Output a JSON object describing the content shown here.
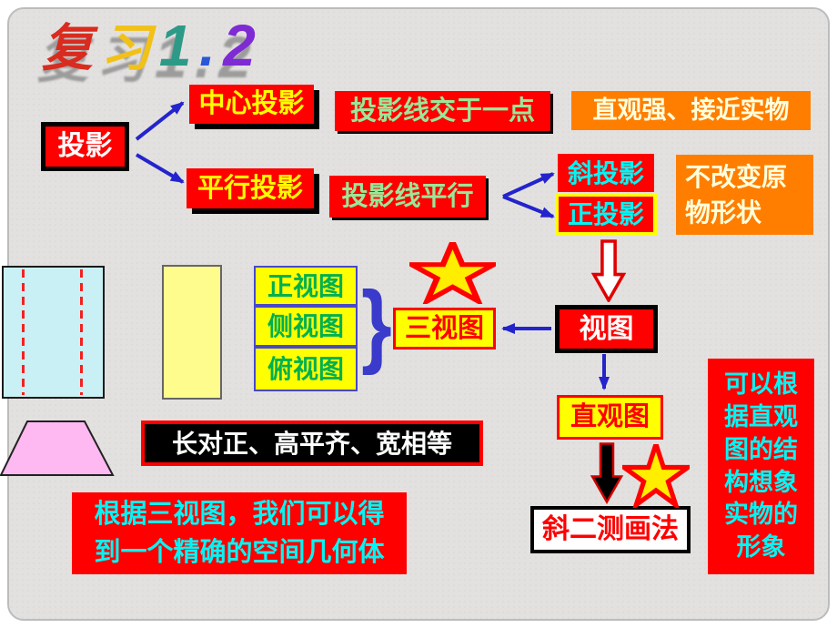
{
  "title": {
    "chars": [
      "复",
      "习",
      "1",
      ".",
      "2"
    ]
  },
  "flowchart": {
    "projection": "投影",
    "central_projection": "中心投影",
    "rays_meet_at_point": "投影线交于一点",
    "intuitive_realistic": "直观强、接近实物",
    "parallel_projection": "平行投影",
    "rays_parallel": "投影线平行",
    "oblique_projection": "斜投影",
    "orthographic_projection": "正投影",
    "shape_unchanged": "不改变原\n物形状",
    "front_view": "正视图",
    "side_view": "侧视图",
    "top_view": "俯视图",
    "brace": "}",
    "three_views": "三视图",
    "view": "视图",
    "intuitive_diagram": "直观图",
    "oblique_method": "斜二测画法",
    "alignment_rule": "长对正、高平齐、宽相等",
    "three_views_conclusion": "根据三视图，我们可以得\n到一个精确的空间几何体",
    "imagine_from_diagram": "可以根\n据直观\n图的结\n构想象\n实物的\n形象"
  },
  "colors": {
    "box_red": "#FF0000",
    "box_orange": "#FF7E00",
    "box_yellow": "#FFFF00",
    "text_cyan": "#00F5F5",
    "text_pale_green": "#98E898",
    "text_pale_yellow": "#FFFFDC",
    "text_green": "#00B050",
    "arrow_blue": "#2424CC",
    "star_fill": "#FFEE00",
    "star_stroke": "#FF0000"
  }
}
